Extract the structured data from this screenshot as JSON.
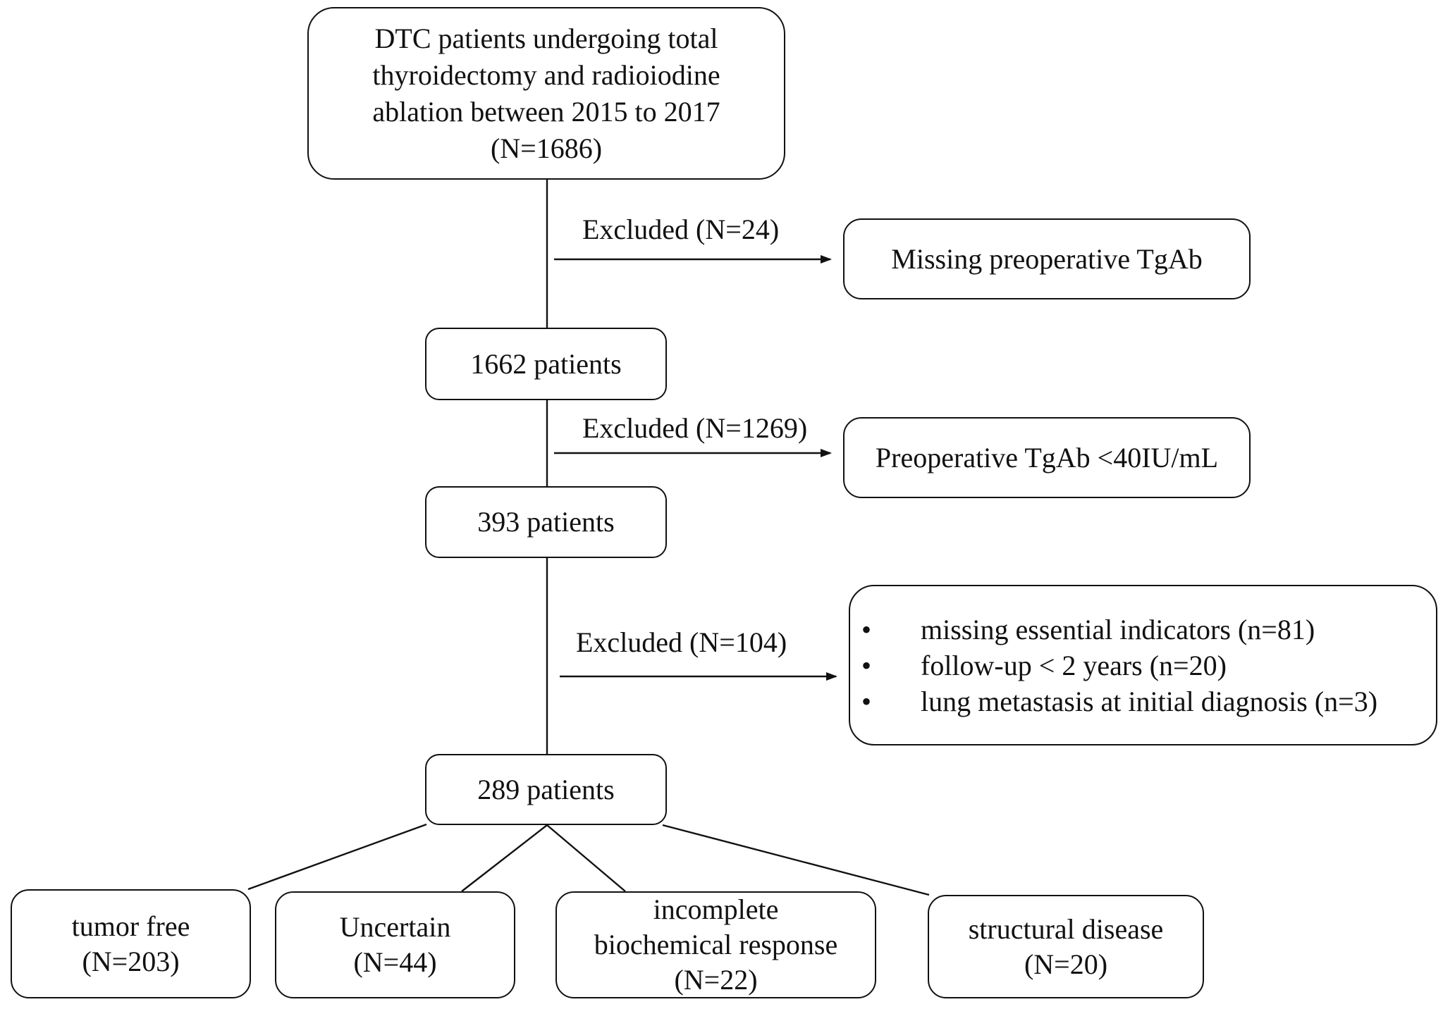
{
  "start_box": {
    "line1": "DTC patients undergoing total",
    "line2": "thyroidectomy and radioiodine",
    "line3": "ablation between 2015 to 2017",
    "line4": "(N=1686)"
  },
  "exclusion1": {
    "label": "Excluded (N=24)",
    "reason": "Missing preoperative TgAb"
  },
  "step1": {
    "label": "1662 patients"
  },
  "exclusion2": {
    "label": "Excluded (N=1269)",
    "reason": "Preoperative TgAb <40IU/mL"
  },
  "step2": {
    "label": "393 patients"
  },
  "exclusion3": {
    "label": "Excluded (N=104)",
    "bullet": "•",
    "reasons": [
      "missing essential indicators (n=81)",
      "follow-up < 2 years (n=20)",
      "lung metastasis at initial diagnosis (n=3)"
    ]
  },
  "step3": {
    "label": "289 patients"
  },
  "outcomes": [
    {
      "line1": "tumor free",
      "line2": "(N=203)"
    },
    {
      "line1": "Uncertain",
      "line2": "(N=44)"
    },
    {
      "line1": "incomplete",
      "line2": "biochemical response",
      "line3": "(N=22)"
    },
    {
      "line1": "structural disease",
      "line2": "(N=20)"
    }
  ]
}
